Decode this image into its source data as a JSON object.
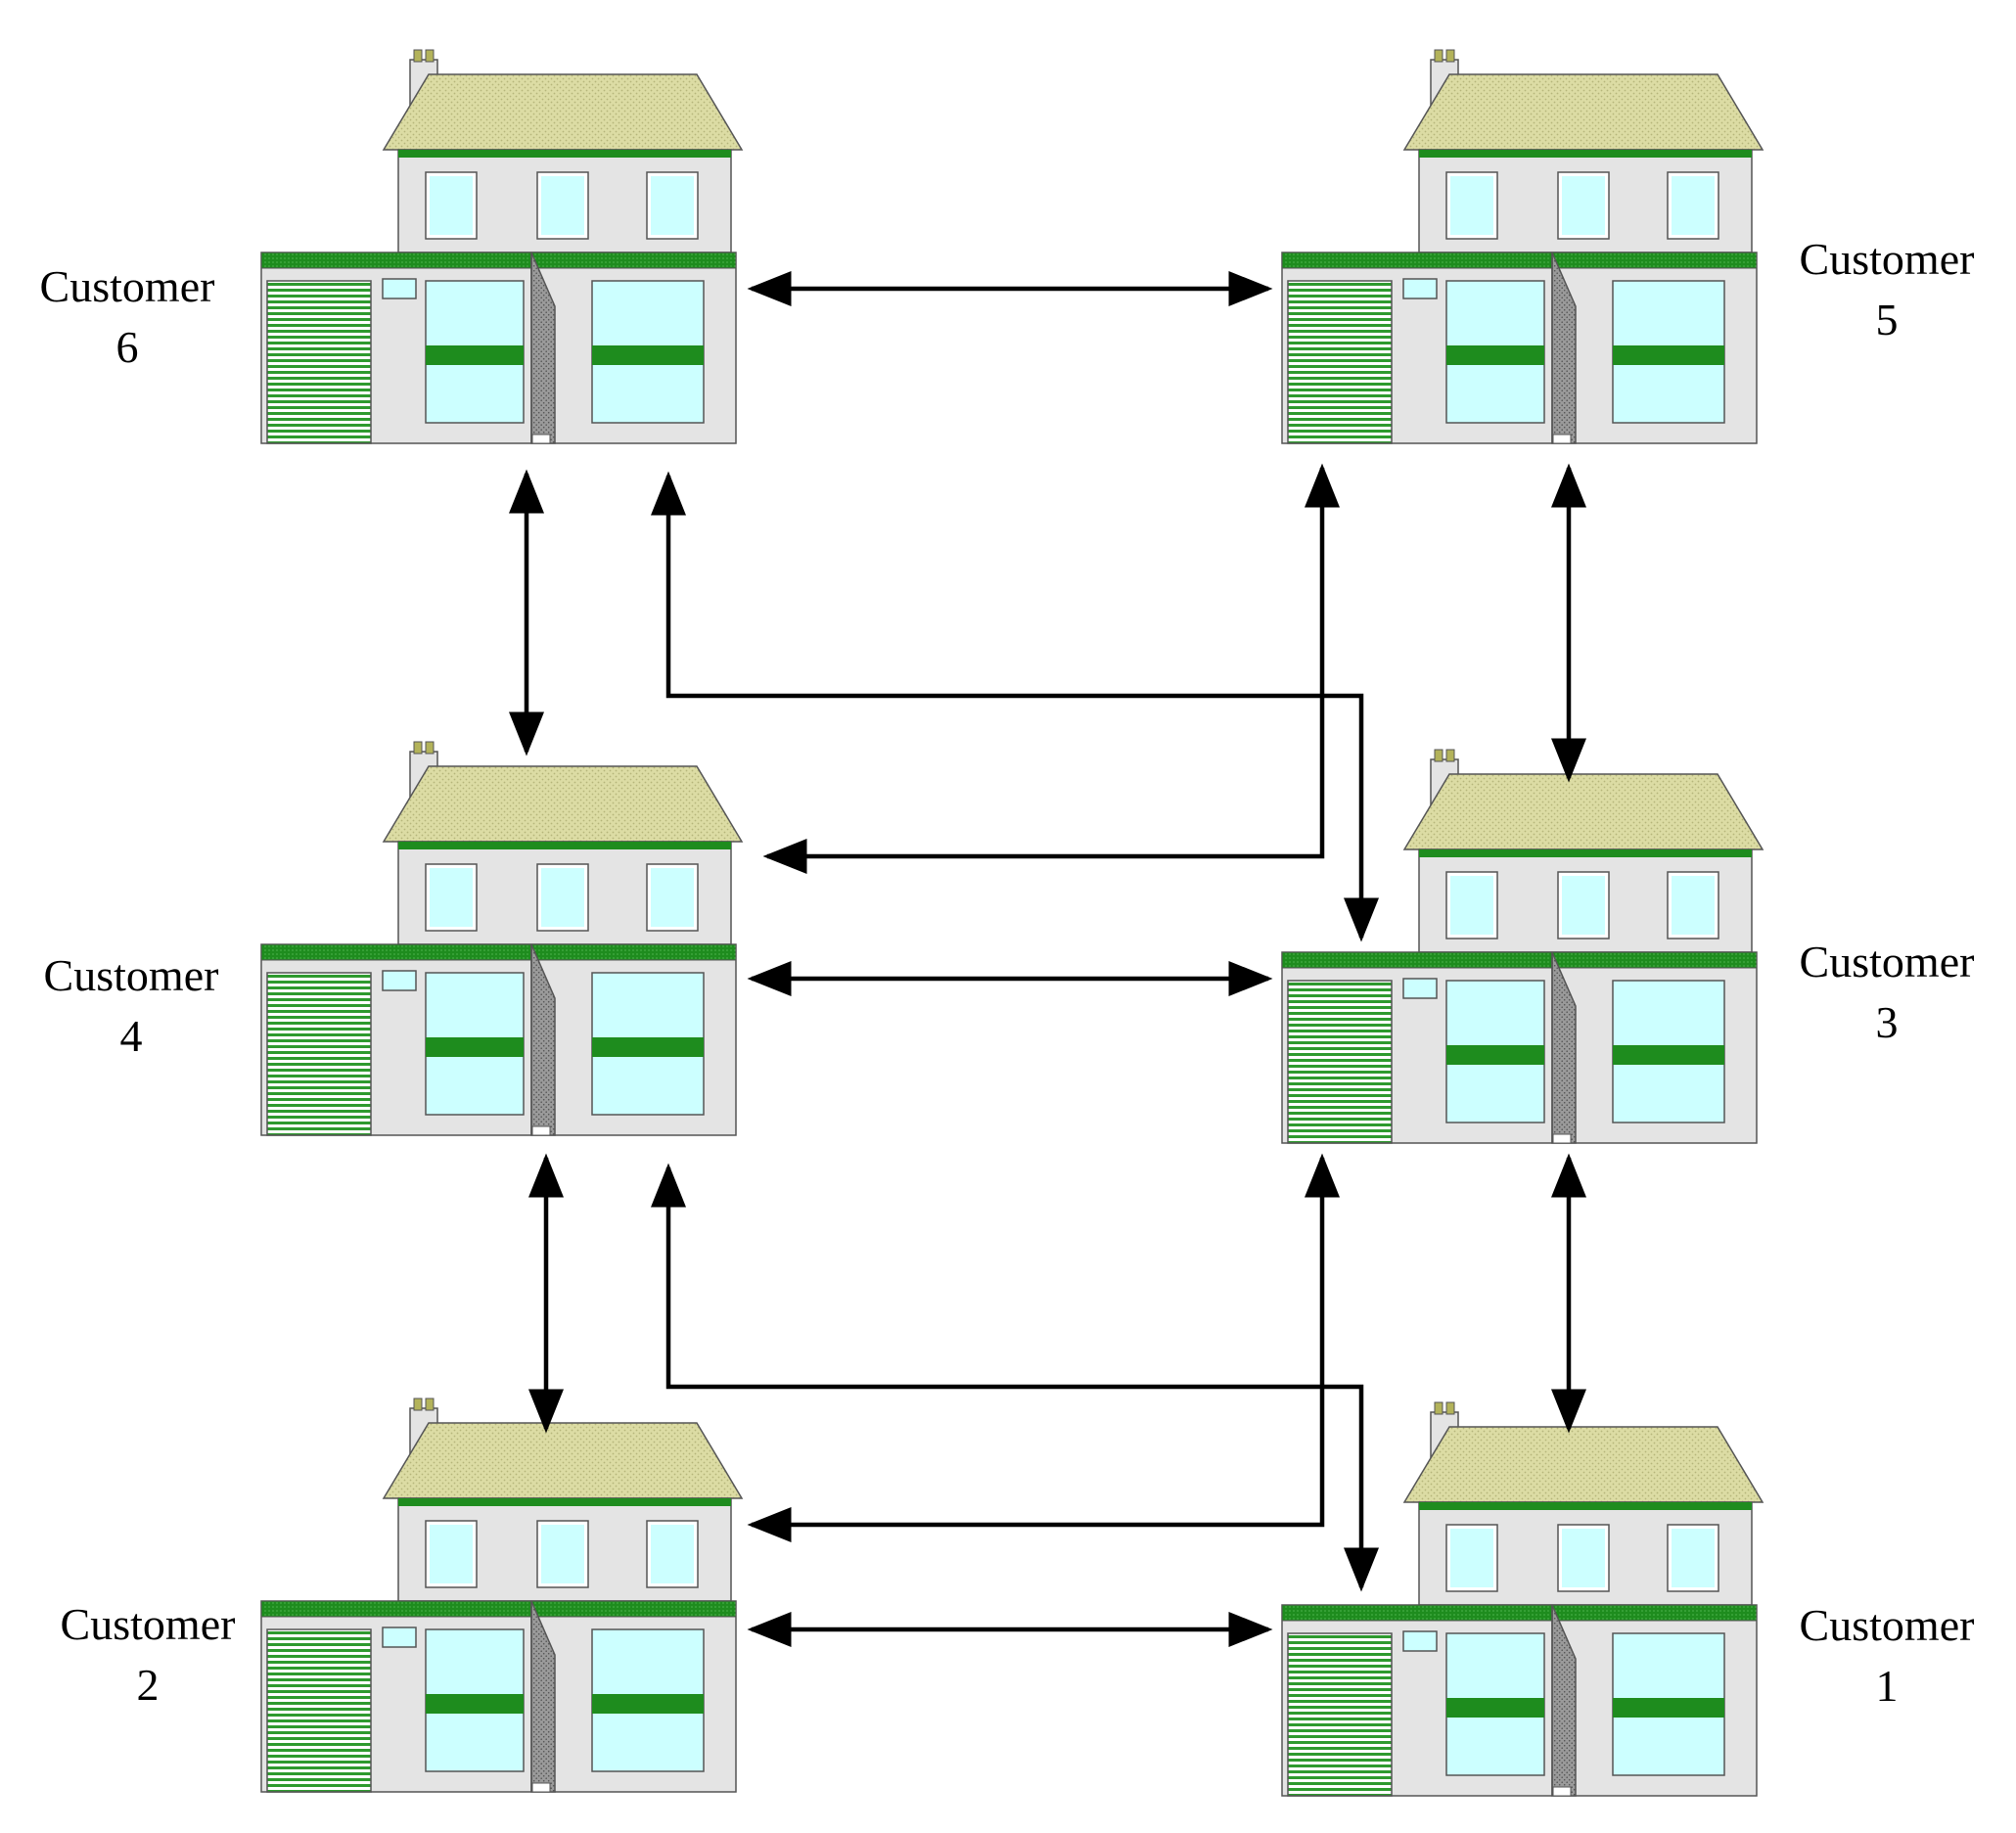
{
  "diagram": {
    "customers": [
      {
        "id": "customer-6",
        "word": "Customer",
        "number": "6"
      },
      {
        "id": "customer-5",
        "word": "Customer",
        "number": "5"
      },
      {
        "id": "customer-4",
        "word": "Customer",
        "number": "4"
      },
      {
        "id": "customer-3",
        "word": "Customer",
        "number": "3"
      },
      {
        "id": "customer-2",
        "word": "Customer",
        "number": "2"
      },
      {
        "id": "customer-1",
        "word": "Customer",
        "number": "1"
      }
    ],
    "links": [
      "customer-6 ↔ customer-5",
      "customer-6 ↔ customer-4",
      "customer-6 ↔ customer-3",
      "customer-5 ↔ customer-4",
      "customer-5 ↔ customer-3",
      "customer-4 ↔ customer-3",
      "customer-4 ↔ customer-2",
      "customer-4 ↔ customer-1",
      "customer-3 ↔ customer-2",
      "customer-3 ↔ customer-1",
      "customer-2 ↔ customer-1"
    ],
    "colors": {
      "roof": "#d9d9a0",
      "wall": "#e4e4e4",
      "window": "#ccffff",
      "trim": "#1f8a1f",
      "door": "#8a8a8a",
      "arrow": "#000000"
    }
  }
}
